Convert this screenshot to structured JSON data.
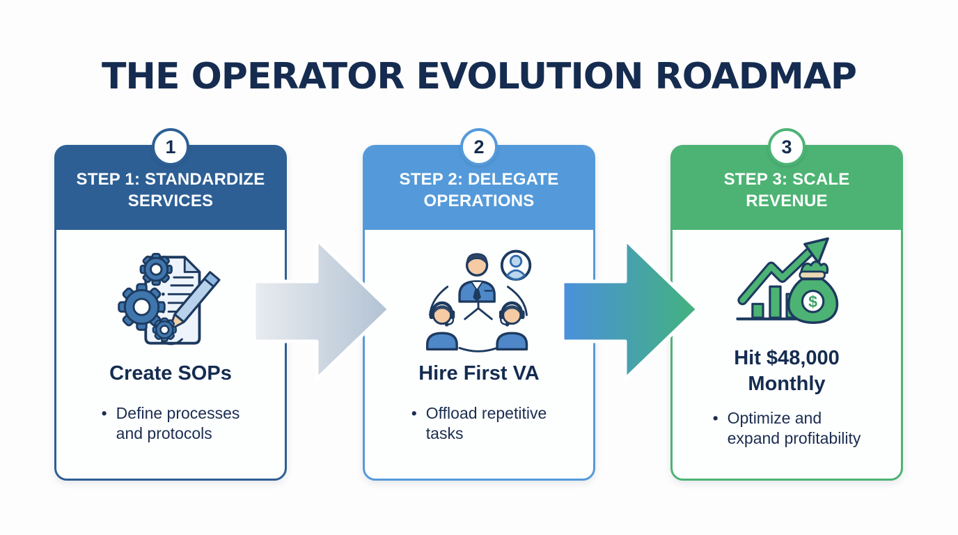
{
  "title": "THE OPERATOR EVOLUTION ROADMAP",
  "bullet_glyph": "•",
  "colors": {
    "background": "#fdfdfd",
    "title_text": "#152c50",
    "body_text": "#1b2d50",
    "step1_accent": "#2d5f94",
    "step2_accent": "#549ada",
    "step3_accent": "#4db374",
    "arrow1_gradient": [
      "#e9ecf0",
      "#b2c2d3"
    ],
    "arrow2_gradient": [
      "#4b90dc",
      "#43b27d"
    ]
  },
  "steps": [
    {
      "number": "1",
      "header_lines": [
        "STEP 1: STANDARDIZE",
        "SERVICES"
      ],
      "headline_lines": [
        "Create SOPs"
      ],
      "bullet_lines": [
        "Define processes",
        "and protocols"
      ],
      "icon": "sop-document-gears-pencil-icon",
      "accent": "#2d5f94"
    },
    {
      "number": "2",
      "header_lines": [
        "STEP 2: DELEGATE",
        "OPERATIONS"
      ],
      "headline_lines": [
        "Hire First VA"
      ],
      "bullet_lines": [
        "Offload repetitive",
        "tasks"
      ],
      "icon": "team-delegation-headsets-icon",
      "accent": "#549ada"
    },
    {
      "number": "3",
      "header_lines": [
        "STEP 3: SCALE",
        "REVENUE"
      ],
      "headline_lines": [
        "Hit $48,000",
        "Monthly"
      ],
      "bullet_lines": [
        "Optimize and",
        "expand profitability"
      ],
      "icon": "growth-chart-money-bag-icon",
      "accent": "#4db374"
    }
  ],
  "arrows": [
    {
      "name": "arrow-step1-to-step2"
    },
    {
      "name": "arrow-step2-to-step3"
    }
  ]
}
